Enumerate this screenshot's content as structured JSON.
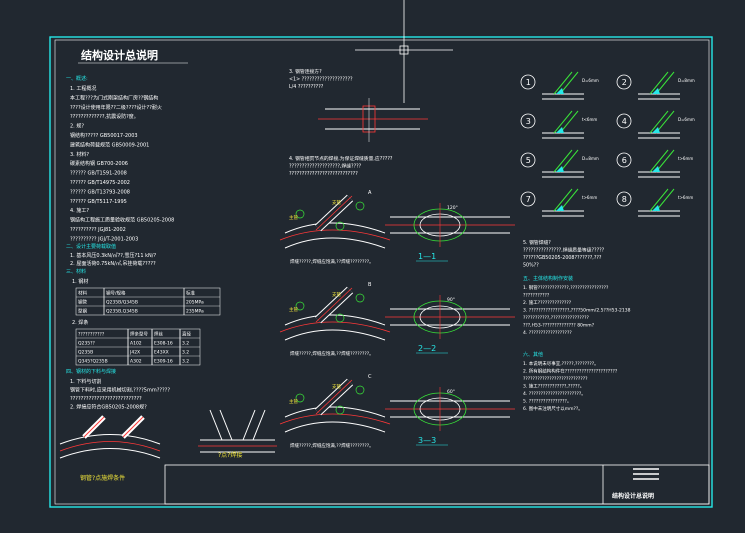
{
  "drawing": {
    "title": "结构设计总说明",
    "title_block_label": "结构设计总说明",
    "left_column": {
      "sec1_heading": "一、概述:",
      "sec1_lines": [
        "1. 工程概况",
        "  本工程???为门式刚架结构厂房??钢结构",
        "  ????设计使用年限??二级????设计??耐火",
        "  ?????????????,抗震设防?度。",
        "2. 规?",
        "  钢结构?????            GB50017-2003",
        "  建筑结构荷载规范         GB50009-2001",
        "3. 材料?",
        "  碳素结构钢               GB700-2006",
        "  ??????                  GB/T1591-2008",
        "  ??????                  GB/T14975-2002",
        "  ??????                  GB/T13793-2008",
        "  ??????                  GB/T5117-1995",
        "4. 施工?",
        "  钢结构工程施工质量验收规范 GB50205-2008",
        "  ??????????            JGJ81-2002",
        "  ??????????            JGJ/T-2001-2003"
      ],
      "sec2_heading": "二、设计主要荷载取值",
      "sec2_lines": [
        "1. 基本风压0.3kN/㎡??,雪压?11 kN/?",
        "2. 屋面活荷0.75kN/㎡,吊挂荷载?????"
      ],
      "sec3_heading": "三、材料",
      "sec3_lines": [
        "1. 钢材"
      ],
      "material_table": {
        "headers": [
          "材料",
          "钢号/规格",
          "标准"
        ],
        "rows": [
          [
            "钢管",
            "Q235B/Q345B",
            "205MPa"
          ],
          [
            "型钢",
            "Q235B,Q345B",
            "235MPa"
          ]
        ]
      },
      "sec3b_lines": [
        "2. 焊条"
      ],
      "weld_table": {
        "headers": [
          "???????????",
          "焊条型号",
          "焊丝",
          "直径"
        ],
        "rows": [
          [
            "Q235??",
            "A102",
            "E308-16",
            "3.2"
          ],
          [
            "Q235B",
            "J42X",
            "E43XX",
            "3.2"
          ],
          [
            "Q345?Q235B",
            "A302",
            "E309-16",
            "3.2"
          ]
        ]
      },
      "sec4_heading": "四、钢材的下料与焊接",
      "sec4_lines": [
        "1. 下料与切割",
        "  钢管下料时,应采用机械切割,????5mm?????",
        "  ???????????????????????????",
        "2. 焊接应符合GB50205-2008规?"
      ],
      "caption1": "钢管?点施焊条件"
    },
    "middle_column": {
      "sec5_lines": [
        "3. 钢管连接方?",
        "<1> ????????????????????",
        "L/4 ??????????"
      ],
      "sec6_lines": [
        "4. 钢管相贯节点的焊接,为保证焊缝质量,应?????",
        "  ????????????????????,焊缝????",
        "  ???????????????????????????"
      ],
      "label_main": "主管",
      "label_branch": "支管",
      "label_a": "A",
      "label_b": "B",
      "label_c": "C",
      "notes": [
        "焊缝?????,焊缝应饱满,??焊缝????????。",
        "焊缝?????,焊缝应饱满,??焊缝????????。",
        "焊缝?????,焊缝应饱满,??焊缝????????。"
      ],
      "section_labels": [
        "1—1",
        "2—2",
        "3—3"
      ],
      "angle_labels": [
        "120°",
        "90°",
        "60°"
      ],
      "caption2": "?点?焊接"
    },
    "right_column": {
      "circle_labels": [
        "1",
        "2",
        "3",
        "4",
        "5",
        "6",
        "7",
        "8"
      ],
      "dim_labels": [
        "D=6mm",
        "D=8mm",
        "t<6mm",
        "D=6mm",
        "D=8mm",
        "t>6mm",
        "t>6mm",
        "t>6mm"
      ],
      "sec7_lines": [
        "5. 钢管焊缝?",
        "  ???????????????,焊缝质量等级?????",
        "  ??????GB50205-2008???????,???",
        "  50%??"
      ],
      "sec8_heading": "五、主体结构制作安装",
      "sec8_lines": [
        "1. 钢管?????????????,????????????????",
        "  ???????????",
        "2. 施工??????????????",
        "3. ?????????????????,????50mm/2.5??H53-2138",
        "  ???????????,????????????????",
        "  ???,H53-??????????????   80mm?",
        "4. ??????????????????"
      ],
      "sec9_heading": "六、其他",
      "sec9_lines": [
        "1. 本说明未尽事宜,?????,????????。",
        "2. 所有钢结构构件在??????????????????????",
        "  ???????????????????????????",
        "3. 施工????????????,?????。",
        "4. ??????????????????????。",
        "5. ????????????????。",
        "6. 图中未注明尺寸以mm??。"
      ]
    }
  }
}
